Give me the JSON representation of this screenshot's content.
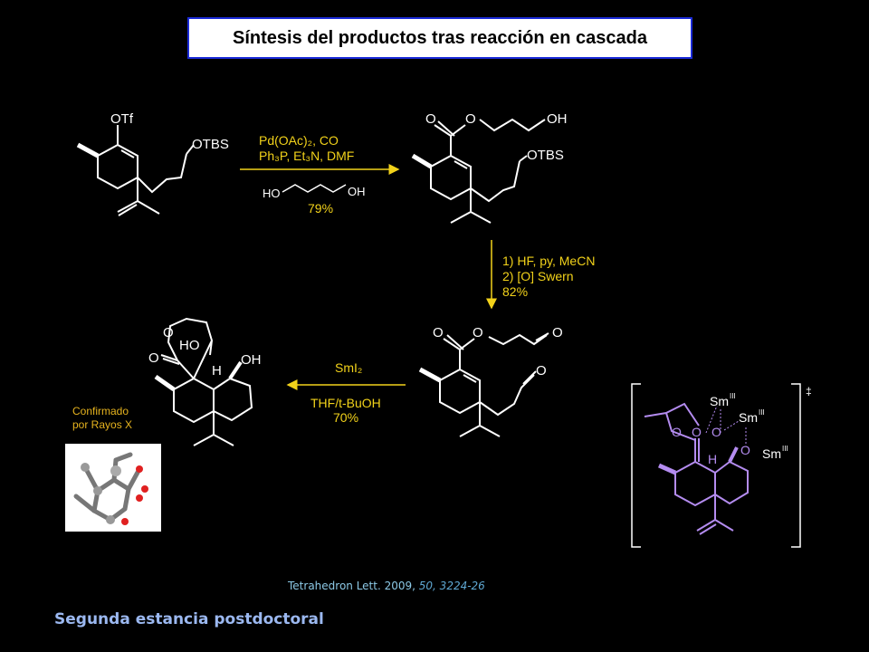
{
  "title": "Síntesis del productos tras reacción en cascada",
  "step1": {
    "reagent_line1": "Pd(OAc)₂, CO",
    "reagent_line2": "Ph₃P, Et₃N, DMF",
    "diol_ho": "HO",
    "diol_oh": "OH",
    "yield": "79%"
  },
  "step2": {
    "line1": "1) HF, py, MeCN",
    "line2": "2) [O] Swern",
    "yield": "82%"
  },
  "step3": {
    "reagent": "SmI₂",
    "solvent": "THF/t-BuOH",
    "yield": "70%"
  },
  "labels": {
    "otf": "OTf",
    "otbs": "OTBS",
    "oh": "OH",
    "o": "O",
    "ho": "HO",
    "h": "H",
    "sm": "Sm",
    "sm_ox": "III",
    "dagger": "‡"
  },
  "xray_caption": {
    "line1": "Confirmado",
    "line2": "por Rayos X"
  },
  "reference": {
    "journal": "Tetrahedron Lett. 2009, ",
    "volume_pages": "50, 3224-26"
  },
  "footer": "Segunda estancia postdoctoral",
  "colors": {
    "bond": "#ffffff",
    "arrow": "#f2d21a",
    "condition_text": "#f2d21a",
    "transition_state": "#b48cf0",
    "title_border": "#1b2bd8"
  }
}
